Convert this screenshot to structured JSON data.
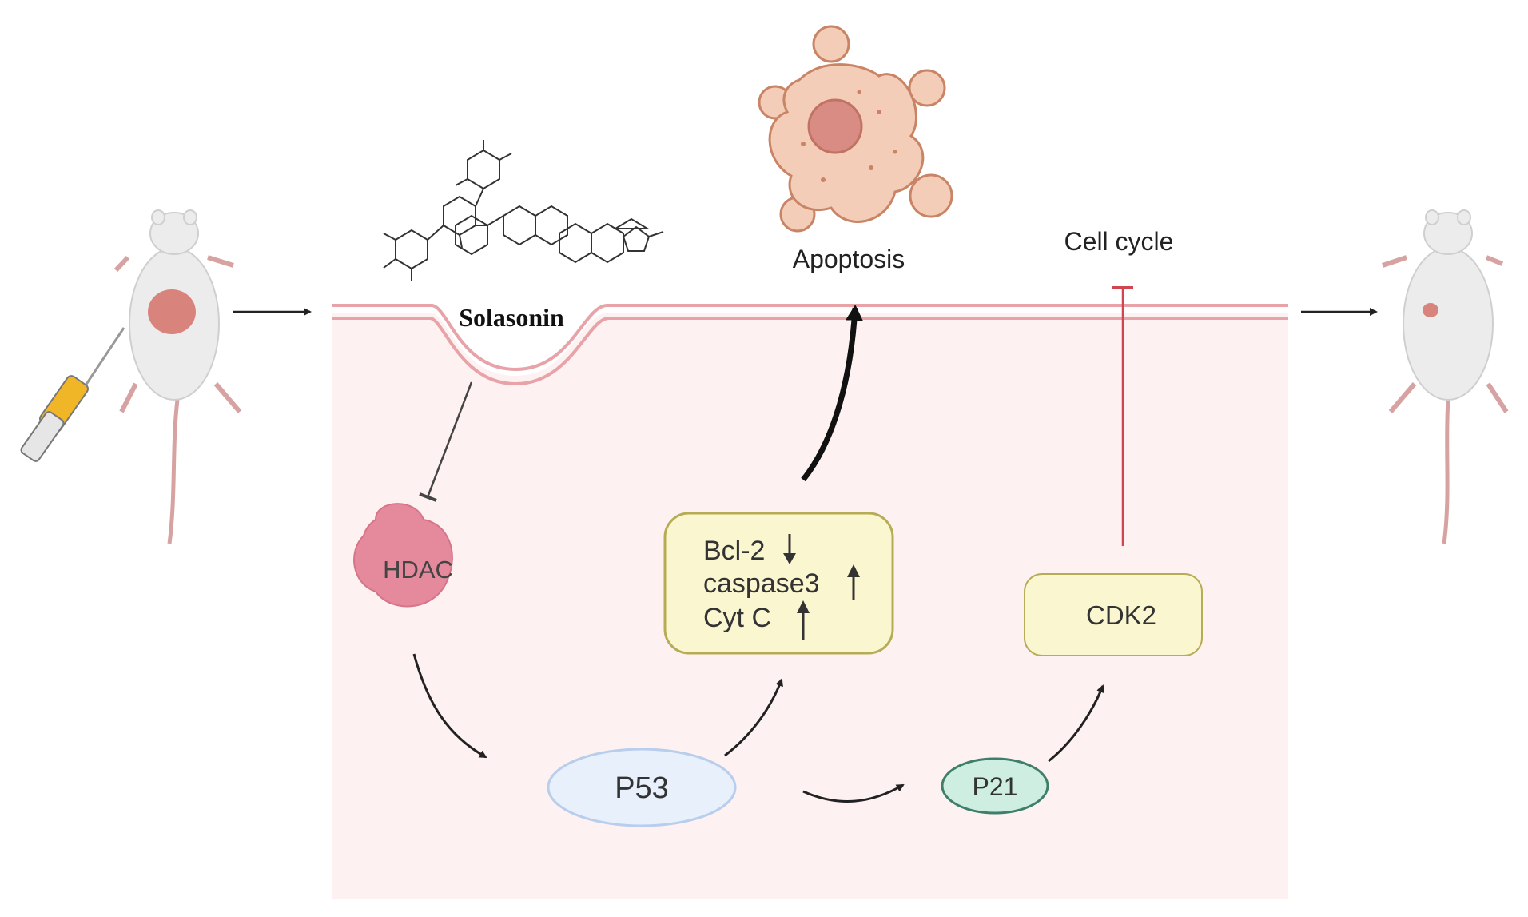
{
  "labels": {
    "solasonin": "Solasonin",
    "apoptosis": "Apoptosis",
    "cell_cycle": "Cell cycle",
    "hdac": "HDAC",
    "p53": "P53",
    "p21": "P21",
    "cdk2": "CDK2",
    "bcl2": "Bcl-2",
    "caspase3": "caspase3",
    "cytc": "Cyt C"
  },
  "regulation": {
    "bcl2": "down",
    "caspase3": "up",
    "cytc": "up"
  },
  "colors": {
    "cell_fill": "#fdf1f2",
    "membrane": "#e7a3a8",
    "hdac": "#e58a9d",
    "p53_fill": "#e8f0fb",
    "p53_stroke": "#b9cdec",
    "p21_fill": "#cdeee0",
    "p21_stroke": "#3f7e6b",
    "box_fill": "#faf6cf",
    "box_stroke": "#b7ac56",
    "inhibit_red": "#d0454f",
    "apoptotic_cell": "#f4cdb8",
    "apoptotic_stroke": "#c98466",
    "mouse_body": "#ececec",
    "tumor": "#d9837d"
  }
}
